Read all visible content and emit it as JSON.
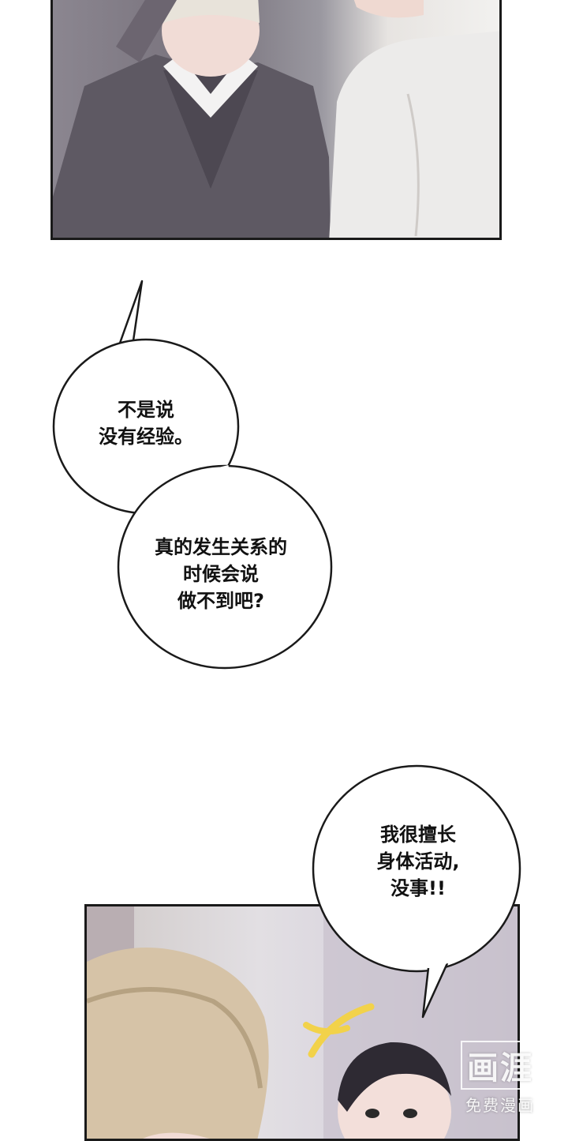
{
  "bubbles": {
    "first": {
      "lines": [
        "不是说",
        "没有经验。"
      ]
    },
    "second": {
      "lines": [
        "真的发生关系的",
        "时候会说",
        "做不到吧?"
      ]
    },
    "third": {
      "lines": [
        "我很擅长",
        "身体活动,",
        "没事!!"
      ]
    }
  },
  "watermark": {
    "title": "画涯",
    "subtitle": "免费漫画"
  },
  "colors": {
    "bubble_fill": "#ffffff",
    "bubble_stroke": "#1a1a1a",
    "sparkle": "#f2d24a"
  }
}
